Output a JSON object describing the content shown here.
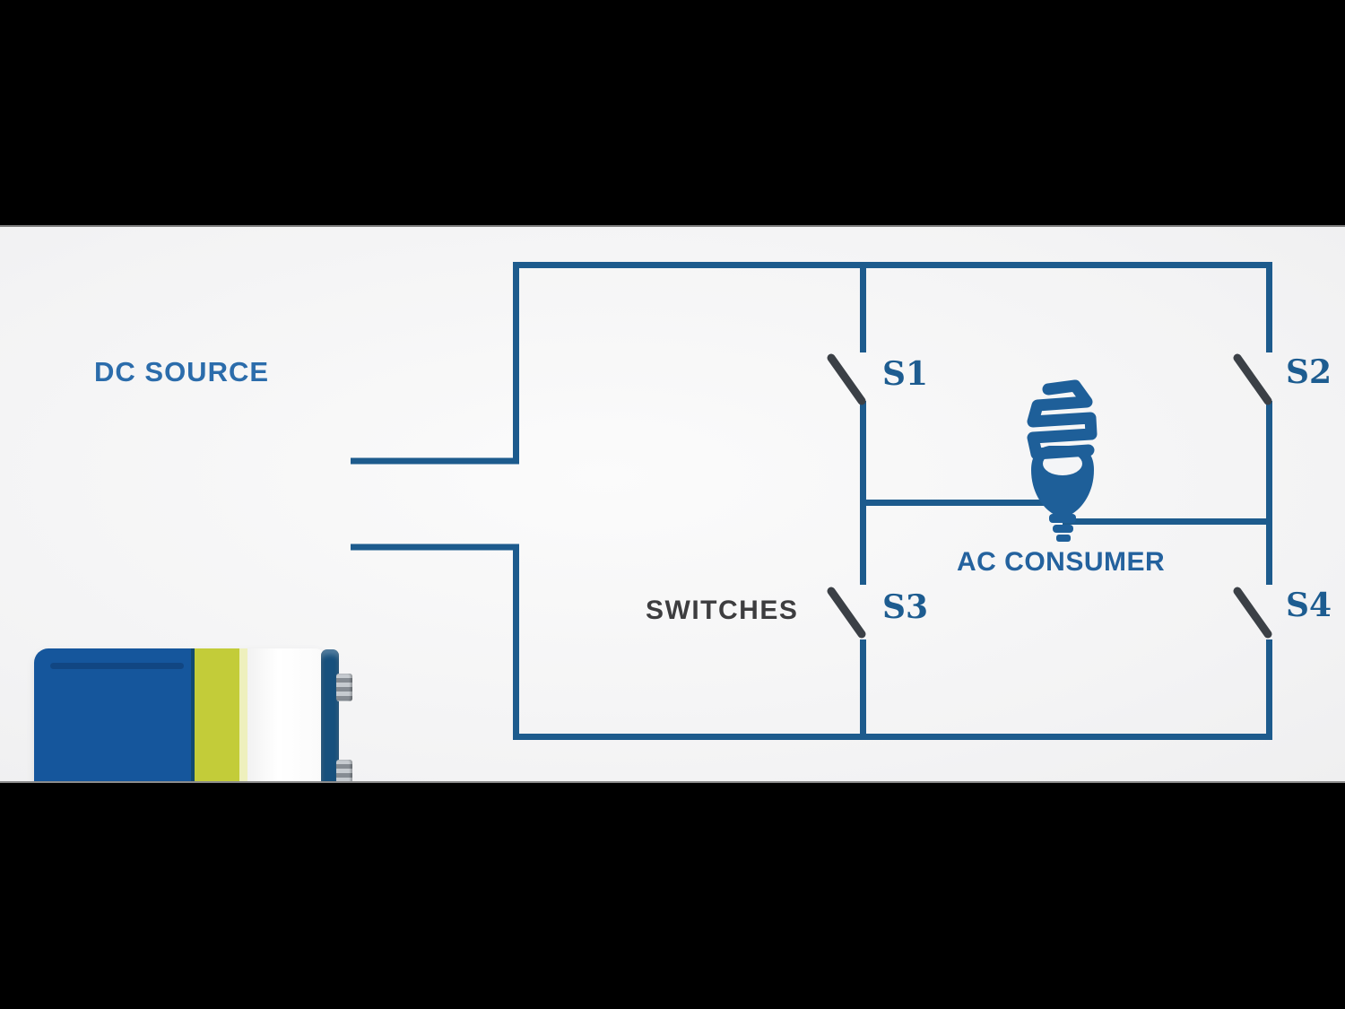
{
  "scene": {
    "kind": "letterboxed circuit diagram",
    "letterbox_color": "#000000",
    "background_color": "#f4f4f5"
  },
  "diagram": {
    "labels": {
      "dc_source": "DC SOURCE",
      "switches": "SWITCHES",
      "ac_consumer": "AC CONSUMER",
      "s1": "S1",
      "s2": "S2",
      "s3": "S3",
      "s4": "S4"
    },
    "colors": {
      "wire": "#1d5b8d",
      "switch_lever": "#3b4046",
      "label_blue": "#24629e",
      "label_dark": "#3d3d3f",
      "battery_blue": "#15569c",
      "battery_yellow": "#c3cc39",
      "battery_cap": "#17507d",
      "bulb_blue": "#1e5f99"
    },
    "components": [
      {
        "id": "dc-source",
        "type": "battery",
        "label": "DC SOURCE"
      },
      {
        "id": "s1",
        "type": "switch",
        "label": "S1",
        "state": "open"
      },
      {
        "id": "s2",
        "type": "switch",
        "label": "S2",
        "state": "open"
      },
      {
        "id": "s3",
        "type": "switch",
        "label": "S3",
        "state": "open"
      },
      {
        "id": "s4",
        "type": "switch",
        "label": "S4",
        "state": "open"
      },
      {
        "id": "ac-consumer",
        "type": "cfl-bulb",
        "label": "AC CONSUMER"
      }
    ]
  }
}
